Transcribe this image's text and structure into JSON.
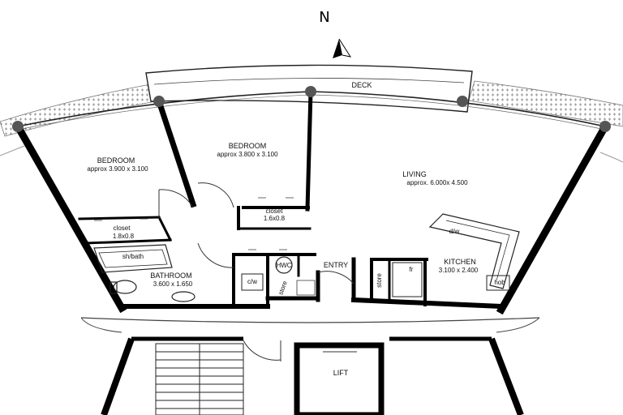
{
  "compass": {
    "letter": "N"
  },
  "rooms": {
    "deck": {
      "name": "DECK"
    },
    "bedroom1": {
      "name": "BEDROOM",
      "size": "approx 3.900 x 3.100"
    },
    "bedroom2": {
      "name": "BEDROOM",
      "size": "approx 3.800 x 3.100"
    },
    "living": {
      "name": "LIVING",
      "size": "approx. 6.000x 4.500"
    },
    "closet1": {
      "name": "closet",
      "size": "1.8x0.8"
    },
    "closet2": {
      "name": "closet",
      "size": "1.6x0.8"
    },
    "bath": {
      "name": "sh/bath"
    },
    "bathroom": {
      "name": "BATHROOM",
      "size": "3.600 x 1.650"
    },
    "cw": {
      "name": "c/w"
    },
    "hwc": {
      "name": "HWC"
    },
    "store1": {
      "name": "store"
    },
    "entry": {
      "name": "ENTRY"
    },
    "store2": {
      "name": "store"
    },
    "fr": {
      "name": "fr"
    },
    "kitchen": {
      "name": "KITCHEN",
      "size": "3.100 x 2.400"
    },
    "dw": {
      "name": "d/w"
    },
    "hob": {
      "name": "hob"
    },
    "lift": {
      "name": "LIFT"
    }
  }
}
